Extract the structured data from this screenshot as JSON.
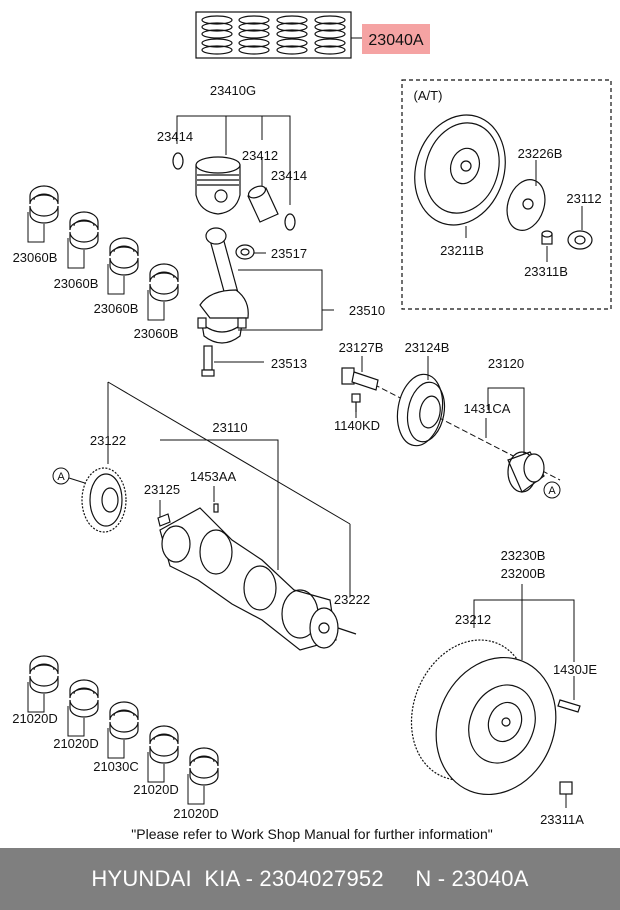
{
  "highlight_label": "23040A",
  "highlight_color": "#f5a3a3",
  "at_box_label": "(A/T)",
  "labels": {
    "p23410G": "23410G",
    "p23414a": "23414",
    "p23412": "23412",
    "p23414b": "23414",
    "p23060B_1": "23060B",
    "p23060B_2": "23060B",
    "p23060B_3": "23060B",
    "p23060B_4": "23060B",
    "p23517": "23517",
    "p23510": "23510",
    "p23513": "23513",
    "p23226B": "23226B",
    "p23112": "23112",
    "p23211B": "23211B",
    "p23311B": "23311B",
    "p23127B": "23127B",
    "p23124B": "23124B",
    "p23120": "23120",
    "p1431CA": "1431CA",
    "p1140KD": "1140KD",
    "p23122": "23122",
    "p23110": "23110",
    "p1453AA": "1453AA",
    "p23125": "23125",
    "p23222": "23222",
    "p23230B": "23230B",
    "p23200B": "23200B",
    "p23212": "23212",
    "p1430JE": "1430JE",
    "p23311A": "23311A",
    "p21020D_1": "21020D",
    "p21020D_2": "21020D",
    "p21030C": "21030C",
    "p21020D_3": "21020D",
    "p21020D_4": "21020D",
    "refA1": "A",
    "refA2": "A"
  },
  "note": "\"Please refer to Work Shop Manual for further information\"",
  "footer": "HYUNDAI  KIA - 2304027952     N - 23040A",
  "icons": [
    "piston-rings-icon",
    "piston-icon",
    "connecting-rod-icon",
    "bearing-shell-icon",
    "crankshaft-icon",
    "flywheel-icon",
    "drive-plate-icon",
    "pulley-icon",
    "sprocket-icon",
    "bolt-icon"
  ]
}
